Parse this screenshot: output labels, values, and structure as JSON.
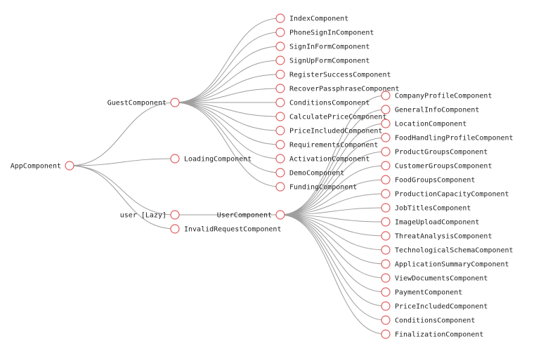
{
  "colors": {
    "link": "#9e9e9e",
    "node_stroke": "#e06060",
    "node_fill": "#ffffff",
    "text": "#222222"
  },
  "tree": {
    "root": "AppComponent",
    "level1": [
      "GuestComponent",
      "LoadingComponent",
      "user [Lazy]",
      "InvalidRequestComponent"
    ],
    "guest_children": [
      "IndexComponent",
      "PhoneSignInComponent",
      "SignInFormComponent",
      "SignUpFormComponent",
      "RegisterSuccessComponent",
      "RecoverPassphraseComponent",
      "ConditionsComponent",
      "CalculatePriceComponent",
      "PriceIncludedComponent",
      "RequirementsComponent",
      "ActivationComponent",
      "DemoComponent",
      "FundingComponent"
    ],
    "lazy_child": "UserComponent",
    "user_children": [
      "CompanyProfileComponent",
      "GeneralInfoComponent",
      "LocationComponent",
      "FoodHandlingProfileComponent",
      "ProductGroupsComponent",
      "CustomerGroupsComponent",
      "FoodGroupsComponent",
      "ProductionCapacityComponent",
      "JobTitlesComponent",
      "ImageUploadComponent",
      "ThreatAnalysisComponent",
      "TechnologicalSchemaComponent",
      "ApplicationSummaryComponent",
      "ViewDocumentsComponent",
      "PaymentComponent",
      "PriceIncludedComponent",
      "ConditionsComponent",
      "FinalizationComponent"
    ]
  }
}
